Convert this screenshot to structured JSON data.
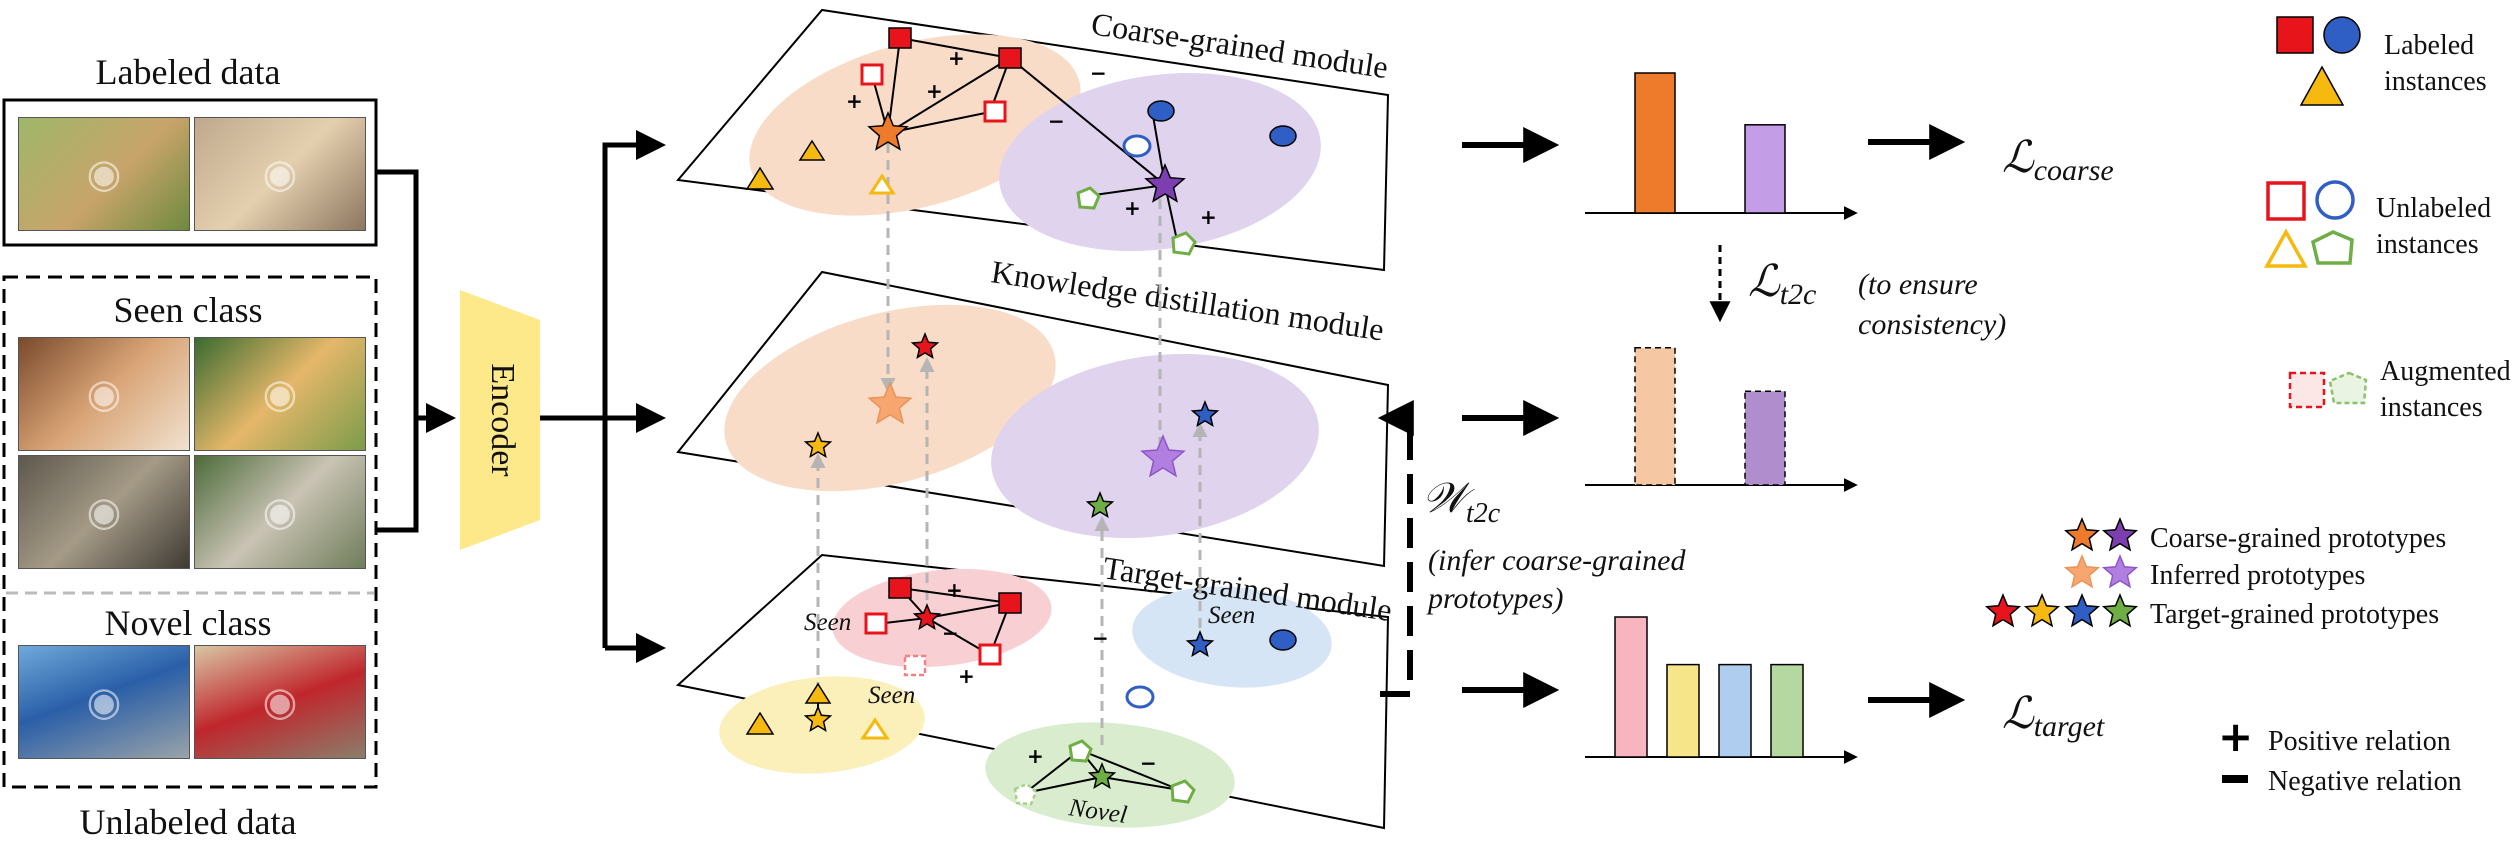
{
  "left_panel": {
    "labeled_title": "Labeled data",
    "seen_title": "Seen class",
    "novel_title": "Novel class",
    "unlabeled_title": "Unlabeled data"
  },
  "encoder": {
    "label": "Encoder"
  },
  "planes": {
    "coarse": {
      "title": "Coarse-grained module"
    },
    "kd": {
      "title": "Knowledge distillation module"
    },
    "target": {
      "title": "Target-grained module",
      "cluster_seen": "Seen",
      "cluster_novel": "Novel"
    }
  },
  "losses": {
    "coarse": {
      "script": "ℒ",
      "sub": "coarse"
    },
    "t2c": {
      "script": "ℒ",
      "sub": "t2c",
      "note_line1": "(to ensure",
      "note_line2": "consistency)"
    },
    "target": {
      "script": "ℒ",
      "sub": "target"
    }
  },
  "weight": {
    "symbol": "𝒲",
    "sub": "t2c",
    "note_line1": "(infer coarse-grained",
    "note_line2": "prototypes)"
  },
  "legend": {
    "labeled": [
      "Labeled",
      "instances"
    ],
    "unlabeled": [
      "Unlabeled",
      "instances"
    ],
    "augmented": [
      "Augmented",
      "instances"
    ],
    "coarse_proto": "Coarse-grained prototypes",
    "inferred_proto": "Inferred prototypes",
    "target_proto": "Target-grained prototypes",
    "positive": "Positive relation",
    "negative": "Negative relation"
  },
  "colors": {
    "red": "#e8141b",
    "blue": "#2f5fc4",
    "yellow": "#f6b90f",
    "green": "#6fae45",
    "orange": "#ee7a2b",
    "purple": "#7d3fb0",
    "light_orange": "#f7a670",
    "light_purple": "#b07fe0",
    "encoder": "#fde98a"
  },
  "chart_data": [
    {
      "type": "bar",
      "title": "",
      "categories": [
        "",
        ""
      ],
      "values": [
        1.0,
        0.63
      ],
      "bar_colors": [
        "#ee7a2b",
        "#c39de6"
      ],
      "style": "solid"
    },
    {
      "type": "bar",
      "title": "",
      "categories": [
        "",
        ""
      ],
      "values": [
        0.98,
        0.67
      ],
      "bar_colors": [
        "#f6c7a3",
        "#b08dcc"
      ],
      "style": "dashed"
    },
    {
      "type": "bar",
      "title": "",
      "categories": [
        "",
        "",
        "",
        ""
      ],
      "values": [
        1.0,
        0.66,
        0.66,
        0.66
      ],
      "bar_colors": [
        "#f8b4bf",
        "#f7e58a",
        "#aecdef",
        "#b5d8a0"
      ],
      "style": "solid"
    }
  ]
}
